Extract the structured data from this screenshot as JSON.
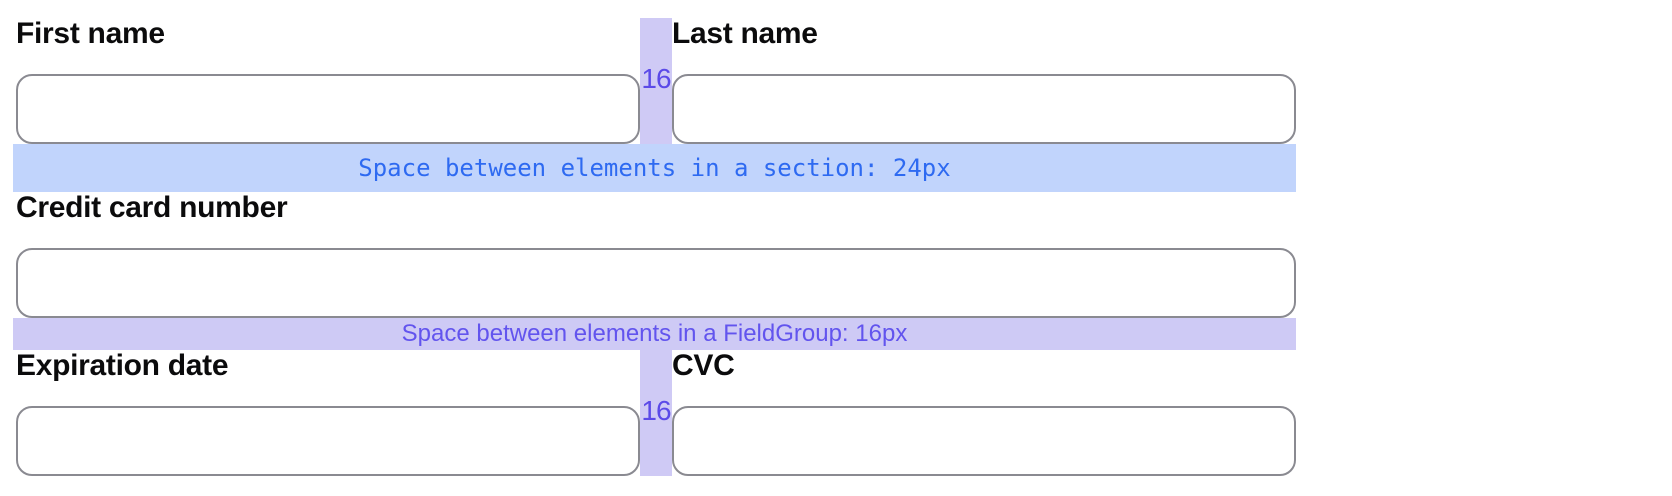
{
  "form": {
    "name_group": {
      "first_name": {
        "label": "First name",
        "value": ""
      },
      "last_name": {
        "label": "Last name",
        "value": ""
      }
    },
    "card_number": {
      "label": "Credit card number",
      "value": ""
    },
    "card_details_group": {
      "expiration_date": {
        "label": "Expiration date",
        "value": ""
      },
      "cvc": {
        "label": "CVC",
        "value": ""
      }
    }
  },
  "annotations": {
    "section_spacing_label": "Space between elements in a section: 24px",
    "fieldgroup_spacing_label": "Space between elements in a FieldGroup: 16px",
    "column_gap_value": "16"
  },
  "colors": {
    "section_band_bg": "#c1d4fc",
    "section_band_text": "#2e6af1",
    "fieldgroup_band_bg": "#cecaf5",
    "fieldgroup_band_text": "#6254ee",
    "column_gap_highlight_bg": "#cfcaf5",
    "column_gap_number_text": "#5b4ae8",
    "input_border": "#8a8a91",
    "label_text": "#0b0b0c",
    "page_bg": "#ffffff"
  }
}
